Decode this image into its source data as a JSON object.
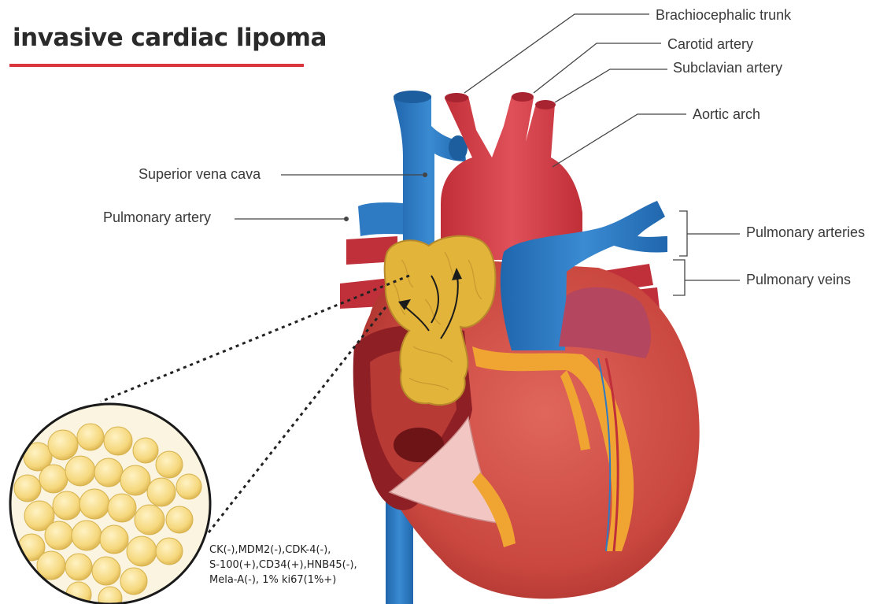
{
  "title": "invasive cardiac lipoma",
  "labels": {
    "brachiocephalic_trunk": "Brachiocephalic trunk",
    "carotid_artery": "Carotid artery",
    "subclavian_artery": "Subclavian artery",
    "aortic_arch": "Aortic arch",
    "superior_vena_cava": "Superior vena cava",
    "pulmonary_artery": "Pulmonary artery",
    "pulmonary_arteries": "Pulmonary arteries",
    "pulmonary_veins": "Pulmonary veins"
  },
  "immuno_markers": [
    "CK(-),MDM2(-),CDK-4(-),",
    "S-100(+),CD34(+),HNB45(-),",
    "Mela-A(-), 1% ki67(1%+)"
  ],
  "colors": {
    "title_rule": "#d9363e",
    "artery_red": "#d8414a",
    "vein_blue": "#2f7bc3",
    "heart_red": "#c9473f",
    "lipoma_yellow": "#e2b43a",
    "fat_vessel_orange": "#f0a532"
  }
}
